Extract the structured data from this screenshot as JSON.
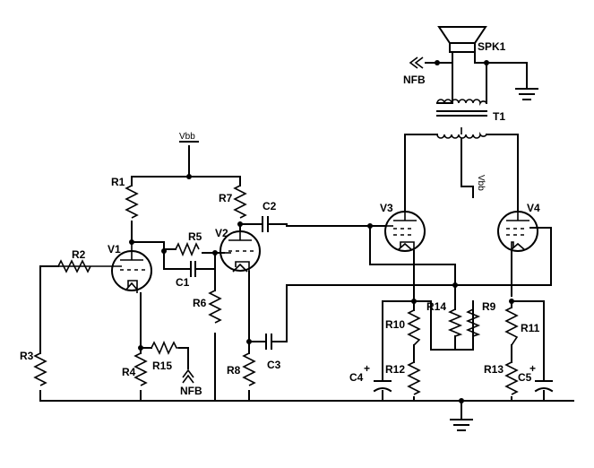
{
  "labels": {
    "R1": "R1",
    "R2": "R2",
    "R3": "R3",
    "R4": "R4",
    "R5": "R5",
    "R6": "R6",
    "R7": "R7",
    "R8": "R8",
    "R9": "R9",
    "R10": "R10",
    "R11": "R11",
    "R12": "R12",
    "R13": "R13",
    "R14": "R14",
    "R15": "R15",
    "C1": "C1",
    "C2": "C2",
    "C3": "C3",
    "C4": "C4",
    "C5": "C5",
    "V1": "V1",
    "V2": "V2",
    "V3": "V3",
    "V4": "V4",
    "T1": "T1",
    "SPK1": "SPK1",
    "vbb_top": "Vbb",
    "vbb_transformer": "Vbb",
    "nfb_speaker": "NFB",
    "nfb_cathode": "NFB",
    "plus_c4": "+",
    "plus_c5": "+"
  }
}
